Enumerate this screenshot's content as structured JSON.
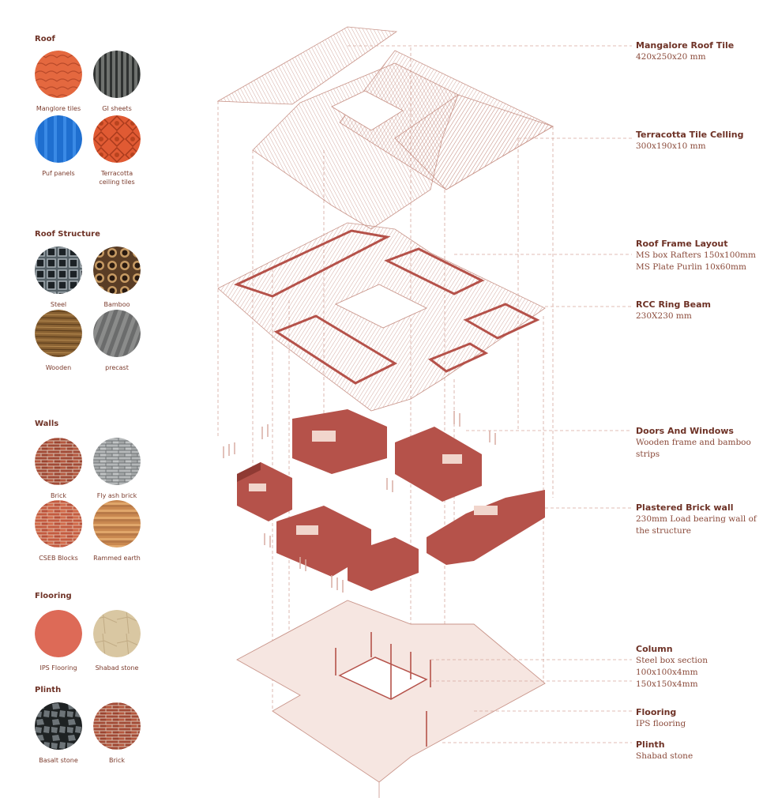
{
  "materials": {
    "roof": {
      "title": "Roof",
      "items": [
        {
          "label": "Manglore tiles",
          "icon": "mangalore-tile-texture"
        },
        {
          "label": "GI sheets",
          "icon": "gi-sheet-texture"
        },
        {
          "label": "Puf panels",
          "icon": "puf-panel-texture"
        },
        {
          "label": "Terracotta ceiling tiles",
          "icon": "terracotta-ceiling-texture"
        }
      ]
    },
    "roof_structure": {
      "title": "Roof Structure",
      "items": [
        {
          "label": "Steel",
          "icon": "steel-section-texture"
        },
        {
          "label": "Bamboo",
          "icon": "bamboo-texture"
        },
        {
          "label": "Wooden",
          "icon": "timber-texture"
        },
        {
          "label": "precast",
          "icon": "precast-texture"
        }
      ]
    },
    "walls": {
      "title": "Walls",
      "items": [
        {
          "label": "Brick",
          "icon": "brick-texture"
        },
        {
          "label": "Fly ash brick",
          "icon": "flyash-brick-texture"
        },
        {
          "label": "CSEB Blocks",
          "icon": "cseb-texture"
        },
        {
          "label": "Rammed earth",
          "icon": "rammed-earth-texture"
        }
      ]
    },
    "flooring": {
      "title": "Flooring",
      "items": [
        {
          "label": "IPS Flooring",
          "icon": "ips-flooring-texture"
        },
        {
          "label": "Shabad stone",
          "icon": "shabad-stone-texture"
        }
      ]
    },
    "plinth": {
      "title": "Plinth",
      "items": [
        {
          "label": "Basalt stone",
          "icon": "basalt-texture"
        },
        {
          "label": "Brick",
          "icon": "brick-texture"
        }
      ]
    }
  },
  "callouts": [
    {
      "title": "Mangalore Roof Tile",
      "lines": [
        "420x250x20 mm"
      ]
    },
    {
      "title": "Terracotta Tile Celling",
      "lines": [
        "300x190x10 mm"
      ]
    },
    {
      "title": "Roof Frame Layout",
      "lines": [
        "MS box Rafters 150x100mm",
        "MS Plate Purlin 10x60mm"
      ]
    },
    {
      "title": "RCC Ring Beam",
      "lines": [
        "230X230 mm"
      ]
    },
    {
      "title": "Doors And Windows",
      "lines": [
        "Wooden frame and bamboo",
        "strips"
      ]
    },
    {
      "title": "Plastered Brick wall",
      "lines": [
        "230mm Load bearing wall of",
        "the structure"
      ]
    },
    {
      "title": "Column",
      "lines": [
        "Steel box section",
        "100x100x4mm",
        "150x150x4mm"
      ]
    },
    {
      "title": "Flooring",
      "lines": [
        "IPS flooring"
      ]
    },
    {
      "title": "Plinth",
      "lines": [
        "Shabad stone"
      ]
    }
  ],
  "colors": {
    "line": "#c9958a",
    "wall": "#b5524a",
    "wall_dark": "#8f3a33",
    "floor": "#f6e6e1",
    "text": "#6e3226"
  }
}
